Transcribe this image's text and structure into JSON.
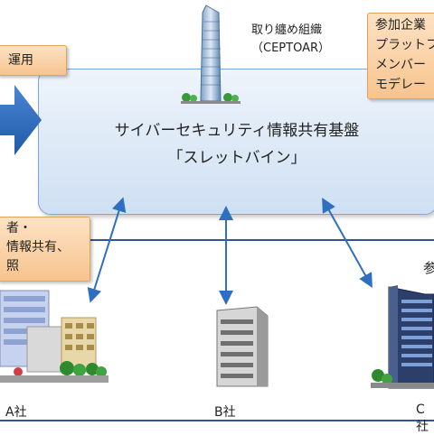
{
  "top_org": {
    "title": "取り纏め組織",
    "subtitle": "（CEPTOAR）"
  },
  "left_note_top": "運用",
  "right_note": [
    "参加企業",
    "プラットフ",
    "メンバー",
    "モデレー"
  ],
  "platform": {
    "title": "サイバーセキュリティ情報共有基盤",
    "subtitle": "「スレットバイン」"
  },
  "left_note_bottom": [
    "者・",
    "情報共有、",
    "照"
  ],
  "right_partial_label": "参",
  "companies": {
    "a": "A社",
    "b": "B社",
    "c": "C社"
  },
  "colors": {
    "platform_fill": "#dbe8f7",
    "note_fill": "#fbd3a8",
    "arrow": "#2e6fbf",
    "line": "#2f5597"
  }
}
